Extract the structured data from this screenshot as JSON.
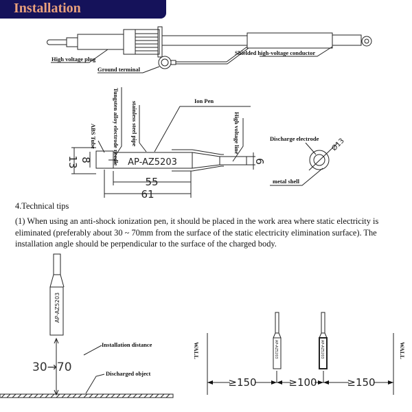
{
  "header": {
    "title": "Installation",
    "background": "#15125a",
    "title_color": "#e9a07c"
  },
  "cable_assembly": {
    "labels": {
      "plug": "High voltage plug",
      "ground": "Ground terminal",
      "conductor": "Shielded high-voltage conductor"
    }
  },
  "ion_pen": {
    "labels": {
      "abs_tube": "ABS Tube",
      "needle": "Tungsten alloy electrode needle",
      "pipe": "stainless steel pipe",
      "ion_pen": "Ion Pen",
      "hv_line": "High voltage line",
      "model": "AP-AZ5203"
    },
    "dimensions": {
      "outer_dia": "13",
      "inner_dia": "8",
      "line_dia": "6",
      "length_body": "55",
      "length_total": "61"
    }
  },
  "electrode": {
    "labels": {
      "discharge": "Discharge electrode",
      "shell": "metal shell",
      "diameter": "Ø13"
    }
  },
  "tips": {
    "heading": "4.Technical tips",
    "body": "(1) When using an anti-shock ionization pen, it should be placed in the work area where static electricity is eliminated (preferably about 30 ~ 70mm from the surface of the static electricity elimination surface). The installation angle should be perpendicular to the surface of the charged body."
  },
  "install_diagram": {
    "model": "AP-AZ5203",
    "distance": "30→70",
    "labels": {
      "distance": "Installation distance",
      "object": "Discharged object"
    }
  },
  "spacing_diagram": {
    "wall_label": "WALL",
    "gaps": [
      "≥150",
      "≥100",
      "≥150"
    ],
    "model": "AP-AZ5203"
  }
}
